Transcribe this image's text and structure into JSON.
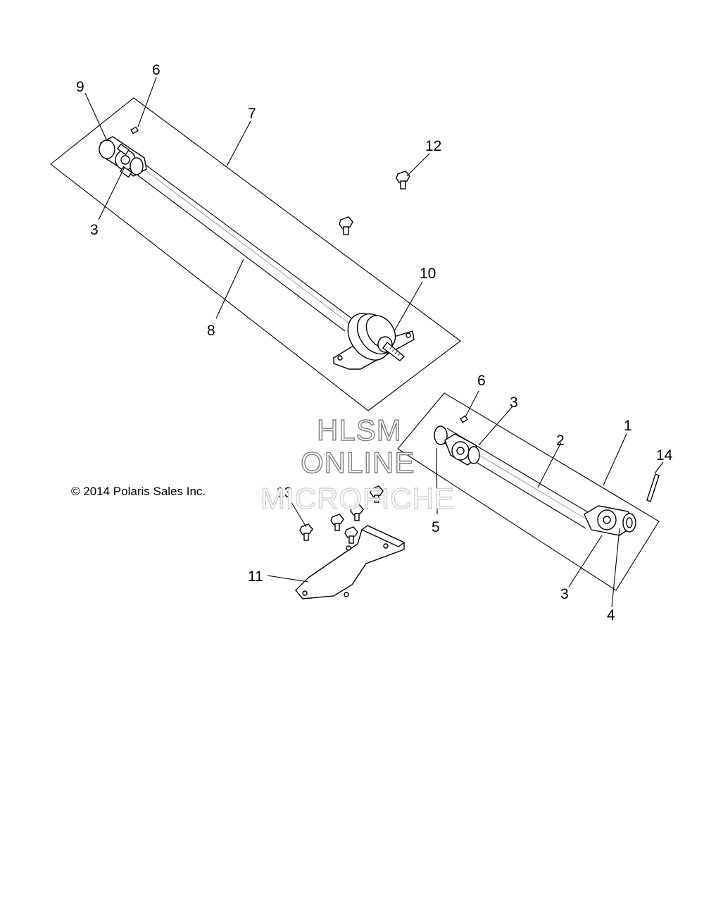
{
  "copyright": "© 2014 Polaris Sales Inc.",
  "watermark": {
    "line1": "HLSM",
    "line2": "ONLINE",
    "line3": "MICROFICHE"
  },
  "callouts": {
    "c1": "1",
    "c2": "2",
    "c3a": "3",
    "c3b": "3",
    "c3c": "3",
    "c4": "4",
    "c5": "5",
    "c6a": "6",
    "c6b": "6",
    "c7": "7",
    "c8": "8",
    "c9": "9",
    "c10": "10",
    "c11": "11",
    "c12": "12",
    "c13": "13",
    "c14": "14"
  }
}
